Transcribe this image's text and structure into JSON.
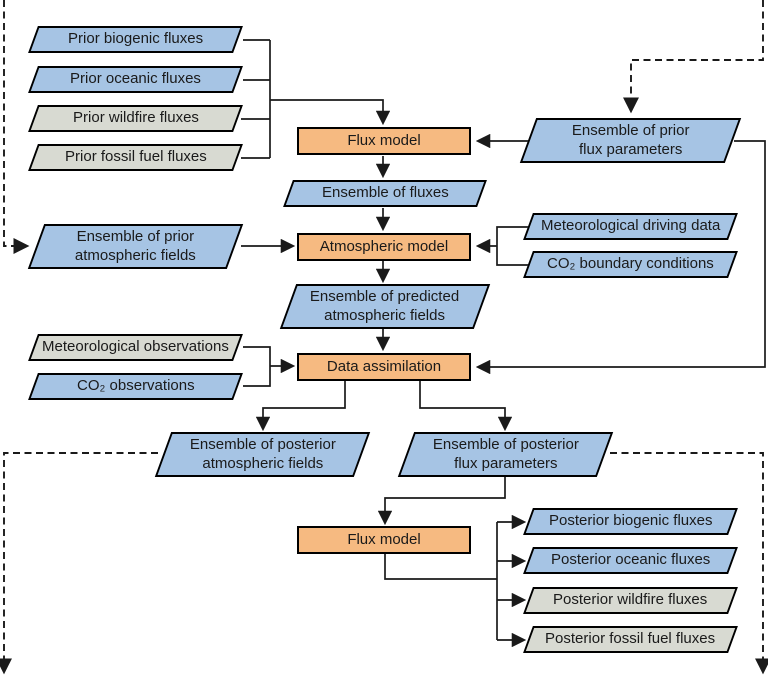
{
  "colors": {
    "node-blue": "#A6C4E4",
    "node-gray": "#D8DAD2",
    "node-orange": "#F6BA81",
    "line": "#1A1A1A",
    "background": "#FFFFFF"
  },
  "nodes": {
    "prior_biogenic": "Prior biogenic fluxes",
    "prior_oceanic": "Prior oceanic fluxes",
    "prior_wildfire": "Prior wildfire fluxes",
    "prior_fossil": "Prior fossil fuel fluxes",
    "flux_model_top": "Flux model",
    "ensemble_prior_flux_params": "Ensemble of prior\nflux parameters",
    "ensemble_fluxes": "Ensemble of fluxes",
    "met_driving_data": "Meteorological driving data",
    "atmospheric_model": "Atmospheric model",
    "co2_boundary": "CO₂ boundary conditions",
    "ensemble_prior_atm_fields": "Ensemble of prior\natmospheric fields",
    "ensemble_predicted_atm_fields": "Ensemble of predicted\natmospheric fields",
    "met_observations": "Meteorological observations",
    "co2_observations": "CO₂ observations",
    "data_assimilation": "Data assimilation",
    "ensemble_posterior_atm_fields": "Ensemble of posterior\natmospheric fields",
    "ensemble_posterior_flux_params": "Ensemble of posterior\nflux parameters",
    "flux_model_bottom": "Flux model",
    "posterior_biogenic": "Posterior biogenic fluxes",
    "posterior_oceanic": "Posterior oceanic fluxes",
    "posterior_wildfire": "Posterior wildfire fluxes",
    "posterior_fossil": "Posterior fossil fuel fluxes"
  }
}
